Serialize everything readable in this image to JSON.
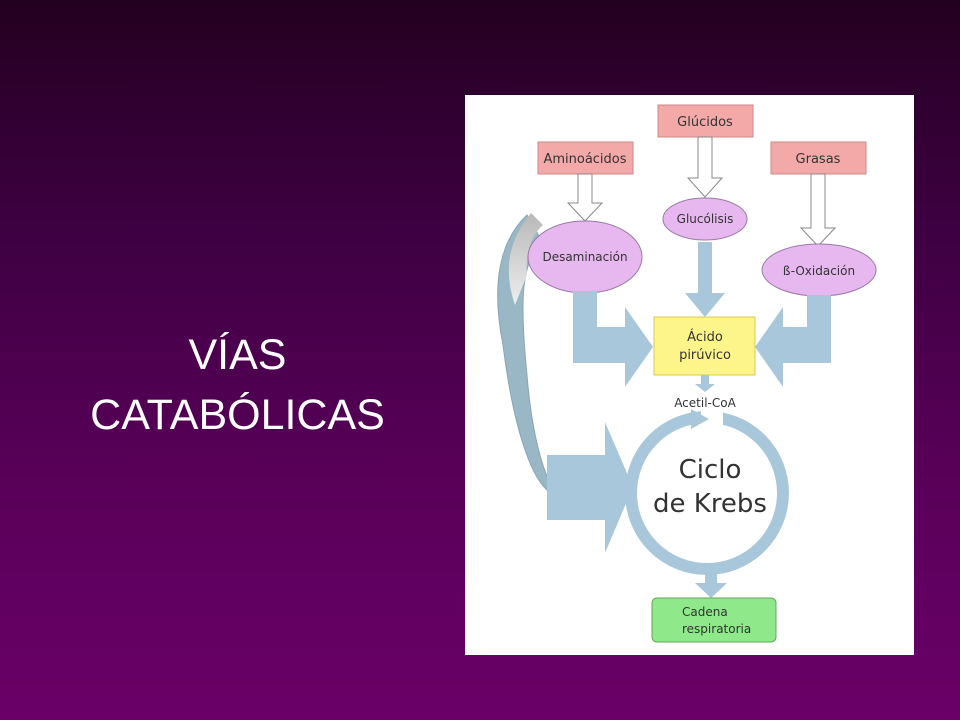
{
  "slide": {
    "title_line1": "VÍAS",
    "title_line2": "CATABÓLICAS"
  },
  "diagram": {
    "nodes": {
      "glucidos": "Glúcidos",
      "aminoacidos": "Aminoácidos",
      "grasas": "Grasas",
      "glucolisis": "Glucólisis",
      "desaminacion": "Desaminación",
      "b_oxidacion": "ß-Oxidación",
      "acido_line1": "Ácido",
      "acido_line2": "pirúvico",
      "acetil_coa": "Acetil-CoA",
      "krebs_line1": "Ciclo",
      "krebs_line2": "de Krebs",
      "cadena_line1": "Cadena",
      "cadena_line2": "respiratoria"
    }
  },
  "colors": {
    "source_box": "#f4a9a9",
    "process_ellipse": "#e7b8ef",
    "pyruvate_box": "#fdf58a",
    "chain_box": "#8fe88a",
    "blue_arrow": "#a9c7da"
  }
}
